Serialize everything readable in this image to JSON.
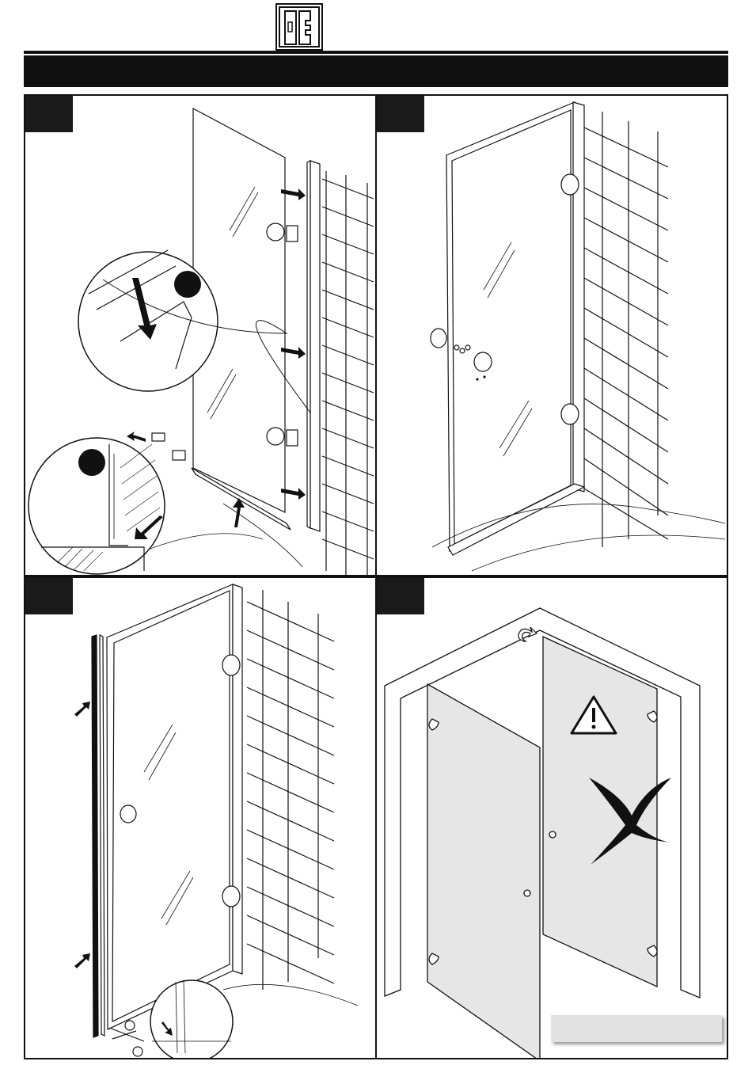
{
  "header": {
    "logo_icon": "shower-door-logo-icon"
  },
  "panels": [
    {
      "id": "step-1",
      "icons": [
        "glass-panel",
        "wall-profile",
        "hinge-icon",
        "push-arrow-icon",
        "seal-detail-circle",
        "bottom-seal-detail-circle"
      ]
    },
    {
      "id": "step-2",
      "icons": [
        "glass-door",
        "hinge-icon",
        "knob-icon",
        "screws-icon"
      ]
    },
    {
      "id": "step-3",
      "icons": [
        "glass-door",
        "side-seal-strip",
        "push-arrow-icon",
        "scissors-icon",
        "detail-circle"
      ]
    },
    {
      "id": "step-4",
      "icons": [
        "corner-enclosure",
        "warning-triangle-icon",
        "cross-mark-icon",
        "rotate-arrow-icon"
      ]
    }
  ],
  "colors": {
    "ink": "#111111",
    "glass_fill": "#e6e6e6",
    "label_box": "#e2e2e2"
  }
}
